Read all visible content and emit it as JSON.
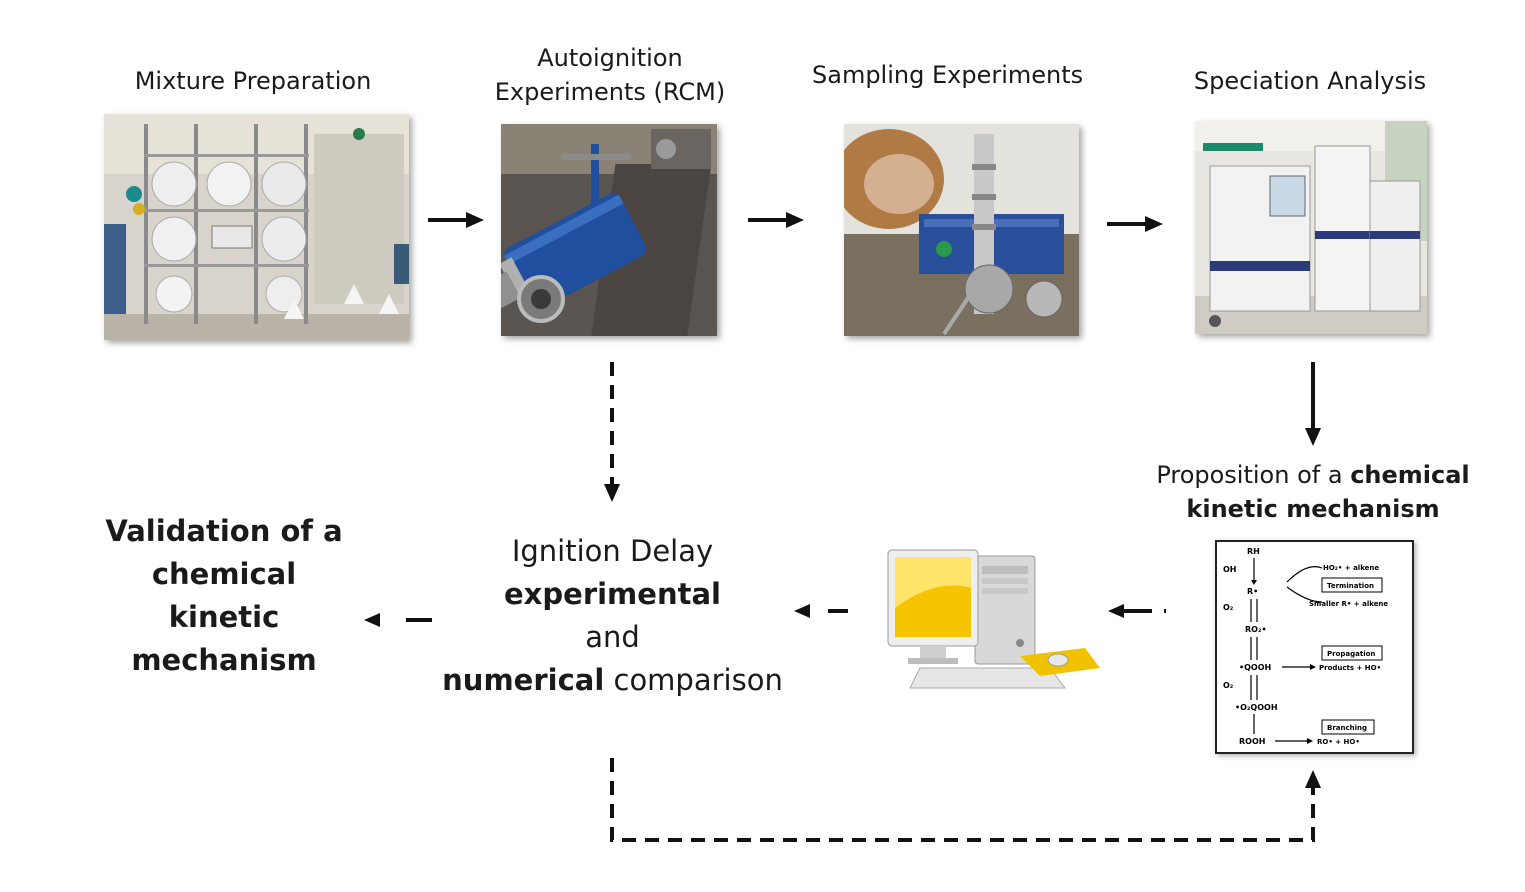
{
  "steps": {
    "mixture": "Mixture Preparation",
    "autoignition_line1": "Autoignition",
    "autoignition_line2": "Experiments (RCM)",
    "sampling": "Sampling Experiments",
    "speciation": "Speciation Analysis"
  },
  "proposition": {
    "line1_normal": "Proposition of a ",
    "line1_bold": "chemical",
    "line2_bold": "kinetic mechanism"
  },
  "comparison": {
    "line1": "Ignition Delay",
    "line2": "experimental",
    "line3": "and",
    "line4_bold": "numerical",
    "line4_normal": " comparison"
  },
  "validation": {
    "line1": "Validation of a",
    "line2": "chemical",
    "line3": "kinetic",
    "line4": "mechanism"
  },
  "mechanism": {
    "rh": "RH",
    "oh": "OH",
    "r": "R•",
    "o2_a": "O₂",
    "ro2": "RO₂•",
    "qooh": "•QOOH",
    "o2_b": "O₂",
    "o2qooh": "•O₂QOOH",
    "rooh": "ROOH",
    "ho2_alkene": "HO₂• + alkene",
    "termination": "Termination",
    "smaller": "Smaller R• + alkene",
    "propagation": "Propagation",
    "products": "Products + HO•",
    "branching": "Branching",
    "ro_ho": "RO• + HO•"
  },
  "colors": {
    "arrow": "#111111",
    "rcm_blue": "#1f4f9e",
    "monitor_yellow": "#f5c400"
  }
}
